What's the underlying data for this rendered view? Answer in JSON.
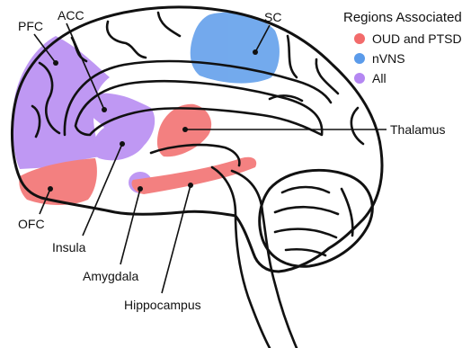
{
  "legend": {
    "title": "Regions Associated",
    "items": [
      {
        "label": "OUD and PTSD",
        "color": "#f26b6b"
      },
      {
        "label": "nVNS",
        "color": "#5b9bea"
      },
      {
        "label": "All",
        "color": "#b487f2"
      }
    ]
  },
  "labels": {
    "pfc": "PFC",
    "acc": "ACC",
    "sc": "SC",
    "thalamus": "Thalamus",
    "ofc": "OFC",
    "insula": "Insula",
    "amygdala": "Amygdala",
    "hippocampus": "Hippocampus"
  }
}
